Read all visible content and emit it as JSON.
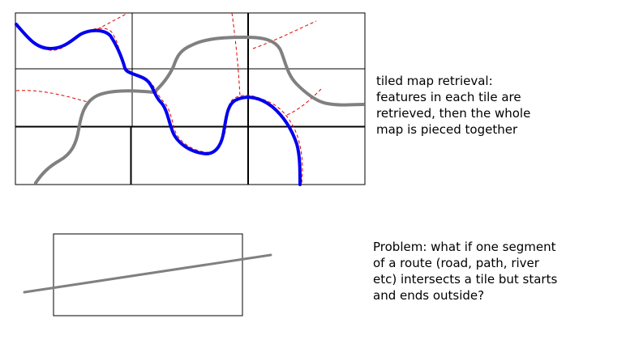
{
  "captions": {
    "tiled_lines": [
      "tiled map retrieval:",
      "features in each tile are",
      "retrieved, then the whole",
      "map is pieced together"
    ],
    "problem_lines": [
      "Problem: what if one segment",
      "of a route (road, path, river",
      "etc) intersects a tile but starts",
      "and ends outside?"
    ]
  },
  "colors": {
    "tile_border": "#000000",
    "river": "#0000ee",
    "road": "#808080",
    "dashed_feature": "#e00000",
    "background": "#ffffff"
  },
  "grid": {
    "rows": 3,
    "columns": 3
  }
}
